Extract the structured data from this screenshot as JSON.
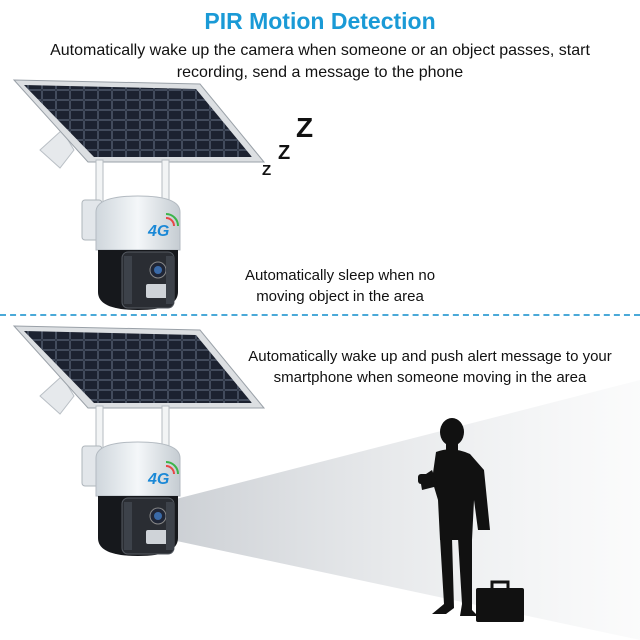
{
  "header": {
    "title": "PIR Motion Detection",
    "subtitle": "Automatically wake up the camera when someone or an object passes, start recording, send a message to the phone"
  },
  "top_panel": {
    "sleep_note": "Automatically sleep when no moving object in the area",
    "sleep_symbol": [
      "Z",
      "Z",
      "Z"
    ],
    "badge": "4G"
  },
  "bottom_panel": {
    "wake_note": "Automatically wake up and push alert message to your smartphone when someone moving in the area",
    "badge": "4G"
  },
  "colors": {
    "title": "#1a9ad6",
    "divider": "#4aa9d8",
    "solar_panel": "#1c2230",
    "camera_body": "#e9eef2",
    "silhouette": "#111111"
  }
}
